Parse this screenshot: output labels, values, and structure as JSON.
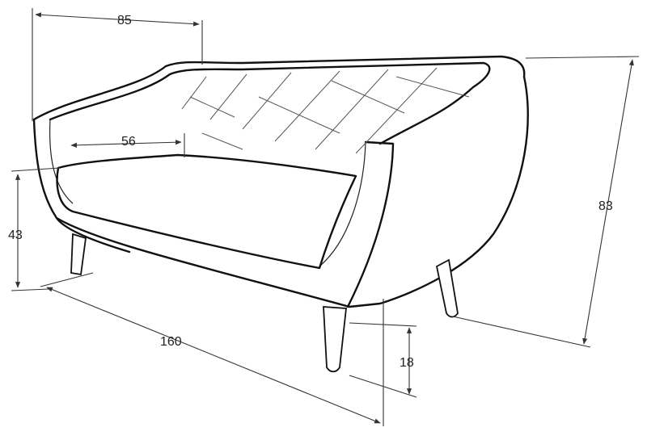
{
  "diagram": {
    "colors": {
      "line": "#111111",
      "dimension": "#333333",
      "background": "#ffffff"
    },
    "dimensions": {
      "back_depth": "85",
      "seat_depth": "56",
      "seat_height": "43",
      "total_height": "83",
      "width": "160",
      "leg_height": "18"
    }
  }
}
